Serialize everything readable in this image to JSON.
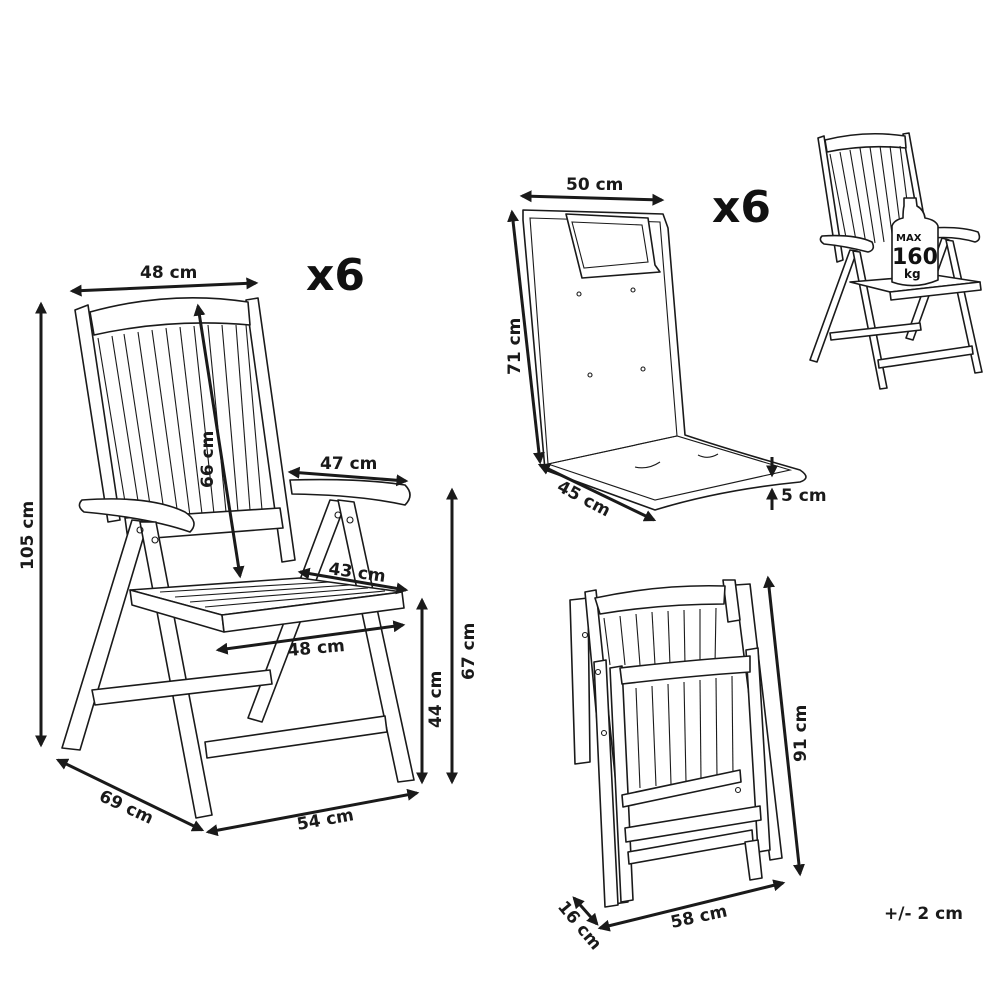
{
  "chair_main": {
    "quantity": "x6",
    "dimensions": {
      "back_width": "48 cm",
      "total_height": "105 cm",
      "backrest_height": "66 cm",
      "armrest_length": "47 cm",
      "seat_depth": "43 cm",
      "seat_width": "48 cm",
      "armrest_height": "67 cm",
      "seat_height": "44 cm",
      "depth": "69 cm",
      "width": "54 cm"
    }
  },
  "cushion": {
    "quantity": "x6",
    "dimensions": {
      "width": "50 cm",
      "back_length": "71 cm",
      "seat_depth": "45 cm",
      "thickness": "5 cm"
    }
  },
  "load_chair": {
    "weight_label_top": "MAX",
    "weight_value": "160",
    "weight_unit": "kg"
  },
  "folded_chair": {
    "dimensions": {
      "height": "91 cm",
      "width": "58 cm",
      "depth": "16 cm"
    }
  },
  "tolerance": "+/- 2 cm"
}
